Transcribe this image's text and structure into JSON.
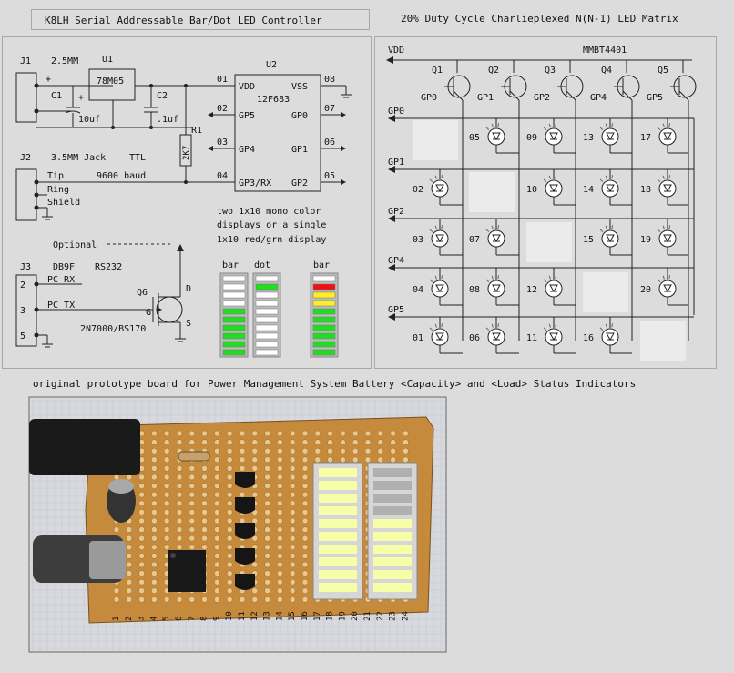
{
  "left_title": "K8LH Serial Addressable Bar/Dot LED Controller",
  "right_title": "20% Duty Cycle Charlieplexed N(N-1) LED Matrix",
  "caption": "original prototype board for Power Management System Battery <Capacity> and <Load> Status Indicators",
  "schematic": {
    "j1": "J1",
    "j1_desc": "2.5MM",
    "plus1": "+",
    "plus2": "+",
    "u1": "U1",
    "u1_part": "78M05",
    "c1": "C1",
    "c1_val": "10uf",
    "c2": "C2",
    "c2_val": ".1uf",
    "r1": "R1",
    "r1_val": "2K7",
    "u2": "U2",
    "u2_part": "12F683",
    "pins_left": [
      "VDD",
      "GP5",
      "GP4",
      "GP3/RX"
    ],
    "pins_right": [
      "VSS",
      "GP0",
      "GP1",
      "GP2"
    ],
    "pinnum_left": [
      "01",
      "02",
      "03",
      "04"
    ],
    "pinnum_right": [
      "08",
      "07",
      "06",
      "05"
    ],
    "j2": "J2",
    "j2_desc": "3.5MM Jack",
    "ttl": "TTL",
    "tip": "Tip",
    "baud": "9600 baud",
    "ring": "Ring",
    "shield": "Shield",
    "optional": "Optional",
    "j3": "J3",
    "j3_desc": "DB9F",
    "rs232": "RS232",
    "pin2": "2",
    "pin3": "3",
    "pin5": "5",
    "pc_rx": "PC RX",
    "pc_tx": "PC TX",
    "q6": "Q6",
    "q6_part": "2N7000/BS170",
    "d": "D",
    "g": "G",
    "s": "S",
    "note": [
      "two 1x10 mono color",
      "displays or a single",
      "1x10 red/grn display"
    ],
    "bar_labels": [
      "bar",
      "dot",
      "bar"
    ],
    "bar1": [
      "off",
      "off",
      "off",
      "off",
      "green",
      "green",
      "green",
      "green",
      "green",
      "green"
    ],
    "dot": [
      "off",
      "green",
      "off",
      "off",
      "off",
      "off",
      "off",
      "off",
      "off",
      "off"
    ],
    "bar2": [
      "off",
      "red",
      "yellow",
      "yellow",
      "green",
      "green",
      "green",
      "green",
      "green",
      "green"
    ]
  },
  "matrix": {
    "vdd": "VDD",
    "transistor_part": "MMBT4401",
    "transistors": [
      "Q1",
      "Q2",
      "Q3",
      "Q4",
      "Q5"
    ],
    "bases": [
      "GP0",
      "GP1",
      "GP2",
      "GP4",
      "GP5"
    ],
    "rows": [
      "GP0",
      "GP1",
      "GP2",
      "GP4",
      "GP5"
    ],
    "cells": [
      [
        "",
        "05",
        "09",
        "13",
        "17"
      ],
      [
        "02",
        "",
        "10",
        "14",
        "18"
      ],
      [
        "03",
        "07",
        "",
        "15",
        "19"
      ],
      [
        "04",
        "08",
        "12",
        "",
        "20"
      ],
      [
        "01",
        "06",
        "11",
        "16",
        ""
      ]
    ]
  },
  "photo": {
    "header_numbers": [
      "1",
      "2",
      "3",
      "4",
      "5",
      "6",
      "7",
      "8",
      "9",
      "10",
      "11",
      "12",
      "13",
      "14",
      "15",
      "16",
      "17",
      "18",
      "19",
      "20",
      "21",
      "22",
      "23",
      "24"
    ],
    "display_left_lit": 10,
    "display_right_lit": 6
  }
}
